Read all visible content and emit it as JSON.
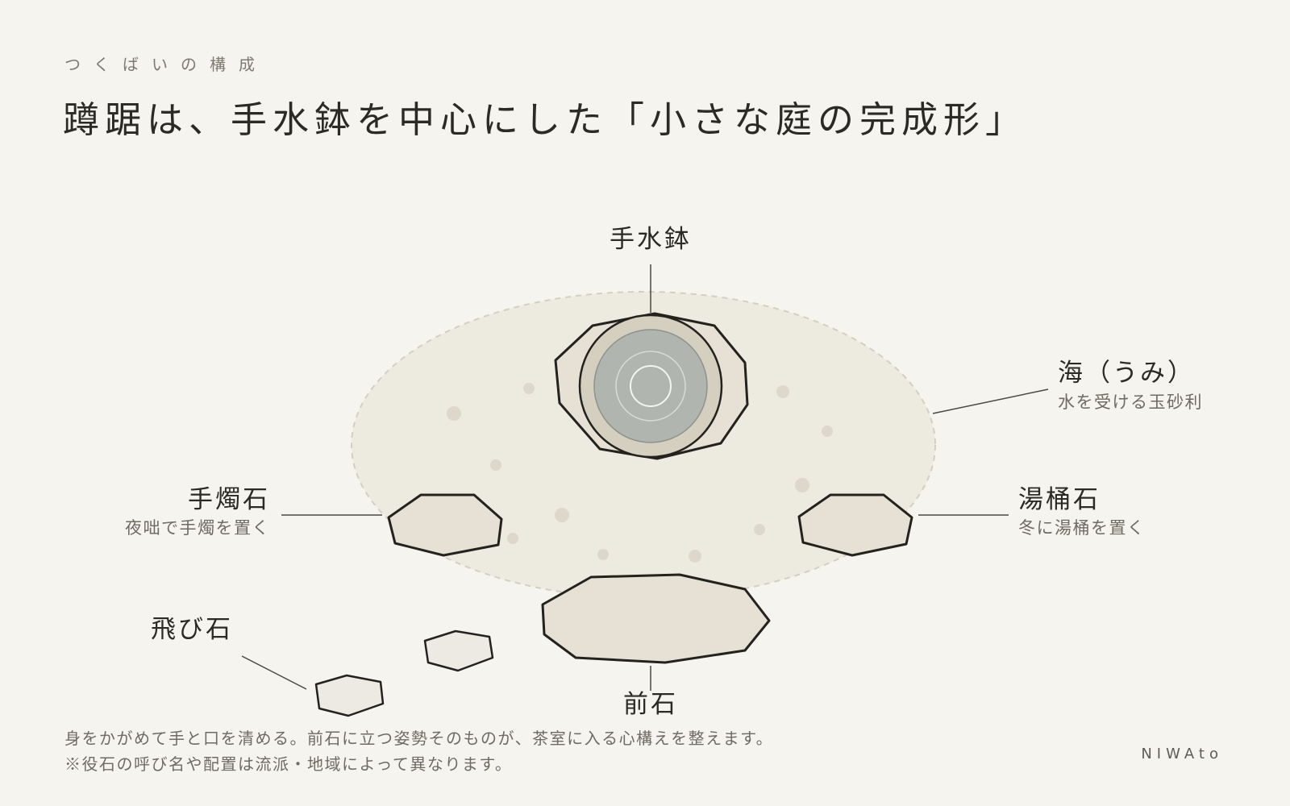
{
  "header": {
    "eyebrow": "つくばいの構成",
    "title": "蹲踞は、手水鉢を中心にした「小さな庭の完成形」"
  },
  "diagram": {
    "chozubachi": {
      "label": "手水鉢"
    },
    "umi": {
      "label": "海（うみ）",
      "description": "水を受ける玉砂利"
    },
    "teshokuishi": {
      "label": "手燭石",
      "description": "夜咄で手燭を置く"
    },
    "yuokeishi": {
      "label": "湯桶石",
      "description": "冬に湯桶を置く"
    },
    "tobiishi": {
      "label": "飛び石"
    },
    "maeishi": {
      "label": "前石"
    }
  },
  "footer": {
    "line1": "身をかがめて手と口を清める。前石に立つ姿勢そのものが、茶室に入る心構えを整えます。",
    "line2": "※役石の呼び名や配置は流派・地域によって異なります。"
  },
  "brand": "NIWAto",
  "colors": {
    "background": "#f6f4ee",
    "gravel": "#edeadf",
    "stone_fill": "#e6e1d4",
    "stone_outline": "#23221f",
    "water": "#b0b5b0"
  }
}
